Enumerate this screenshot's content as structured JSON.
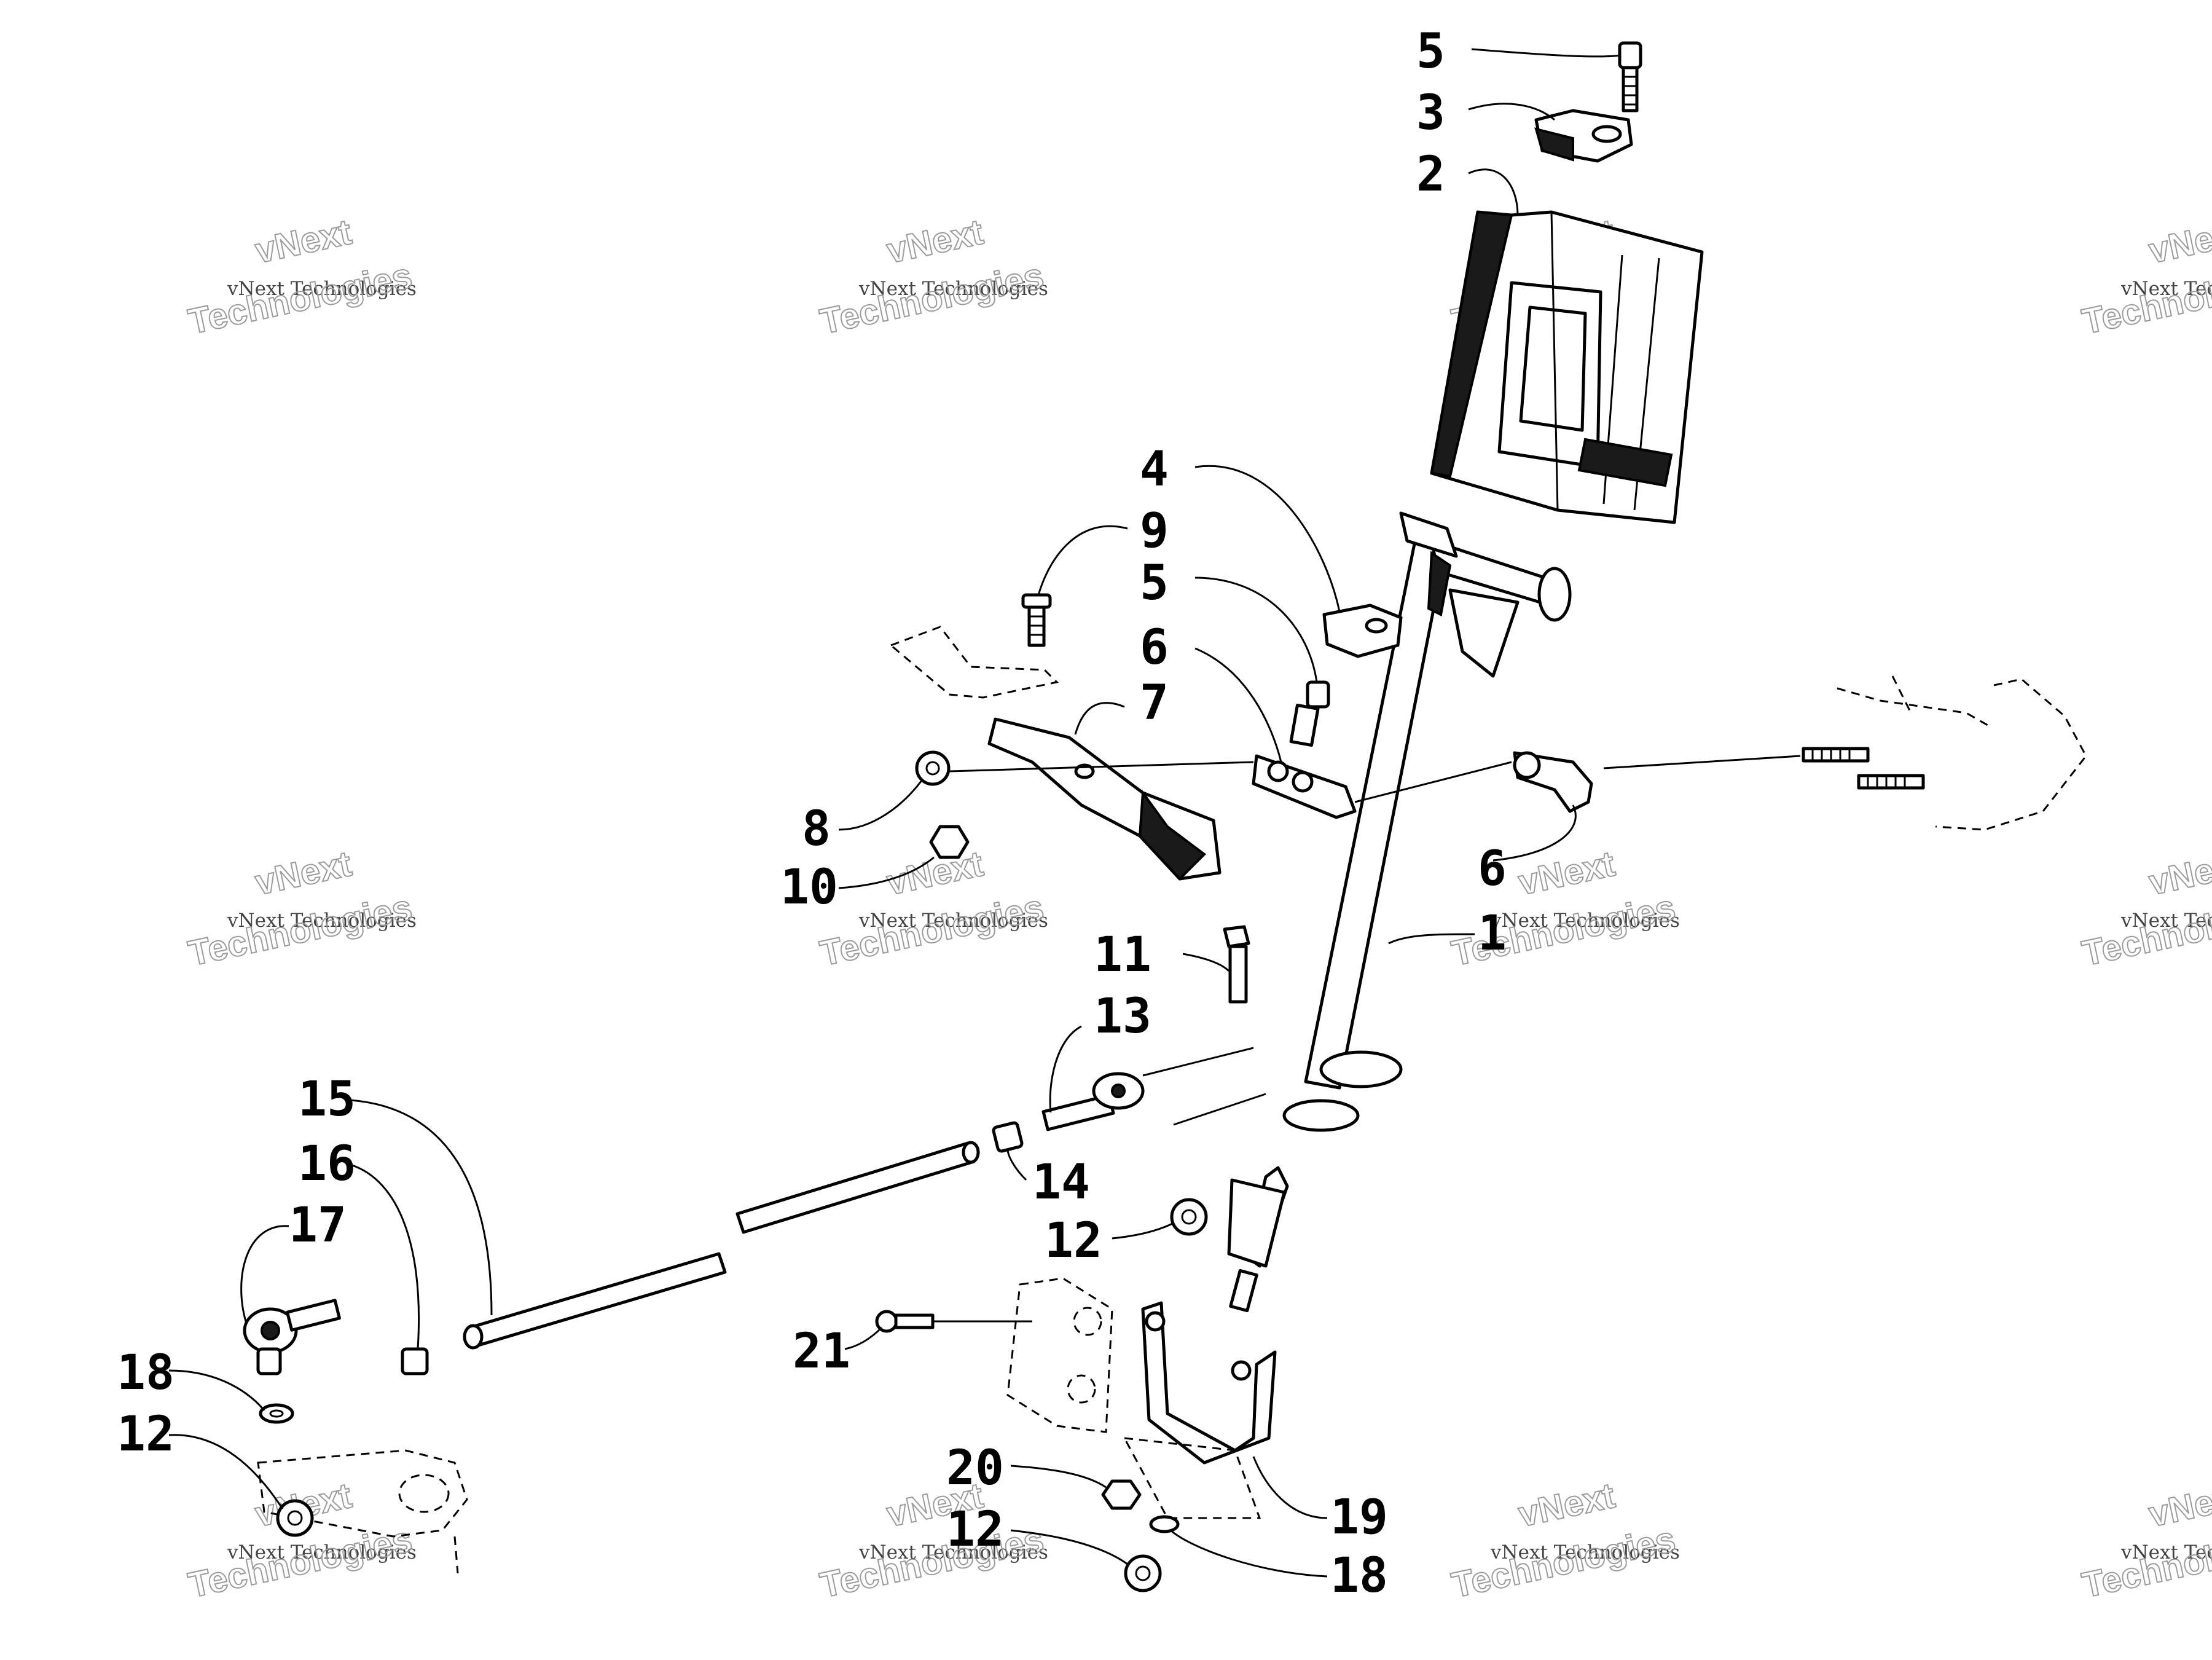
{
  "diagram": {
    "callouts": [
      {
        "id": "c5a",
        "label": "5"
      },
      {
        "id": "c3",
        "label": "3"
      },
      {
        "id": "c2",
        "label": "2"
      },
      {
        "id": "c4",
        "label": "4"
      },
      {
        "id": "c9",
        "label": "9"
      },
      {
        "id": "c5b",
        "label": "5"
      },
      {
        "id": "c6a",
        "label": "6"
      },
      {
        "id": "c7",
        "label": "7"
      },
      {
        "id": "c8",
        "label": "8"
      },
      {
        "id": "c10",
        "label": "10"
      },
      {
        "id": "c6b",
        "label": "6"
      },
      {
        "id": "c1",
        "label": "1"
      },
      {
        "id": "c11",
        "label": "11"
      },
      {
        "id": "c13",
        "label": "13"
      },
      {
        "id": "c15",
        "label": "15"
      },
      {
        "id": "c16",
        "label": "16"
      },
      {
        "id": "c14",
        "label": "14"
      },
      {
        "id": "c17",
        "label": "17"
      },
      {
        "id": "c12a",
        "label": "12"
      },
      {
        "id": "c18a",
        "label": "18"
      },
      {
        "id": "c12b",
        "label": "12"
      },
      {
        "id": "c21",
        "label": "21"
      },
      {
        "id": "c20",
        "label": "20"
      },
      {
        "id": "c19",
        "label": "19"
      },
      {
        "id": "c12c",
        "label": "12"
      },
      {
        "id": "c18b",
        "label": "18"
      }
    ],
    "watermark": {
      "small": "vNext Technologies",
      "large_line1": "vNext",
      "large_line2": "Technologies"
    }
  }
}
